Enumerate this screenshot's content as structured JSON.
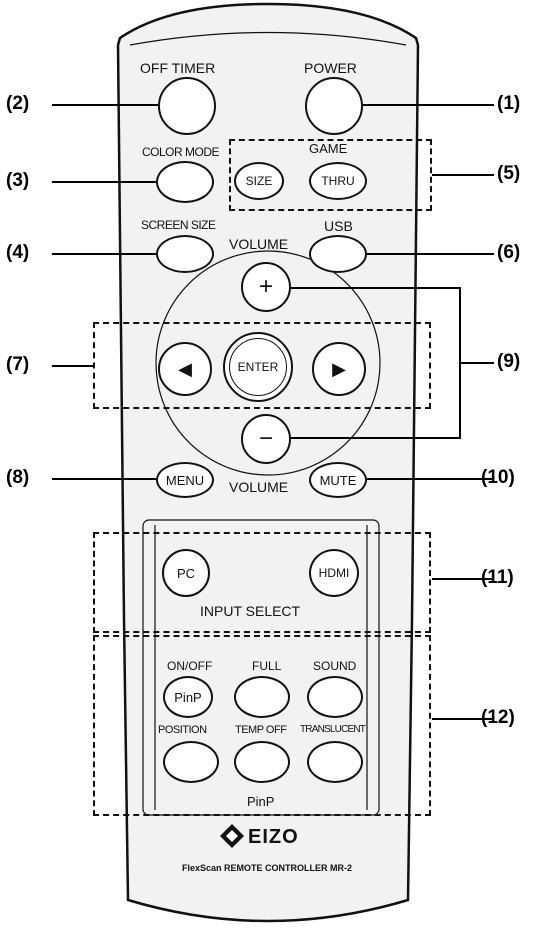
{
  "remote": {
    "off_timer": "OFF TIMER",
    "power": "POWER",
    "game": "GAME",
    "color_mode": "COLOR MODE",
    "size": "SIZE",
    "thru": "THRU",
    "screen_size": "SCREEN SIZE",
    "usb": "USB",
    "volume_top": "VOLUME",
    "volume_bottom": "VOLUME",
    "plus": "+",
    "minus": "−",
    "enter": "ENTER",
    "left_arrow": "◀",
    "right_arrow": "▶",
    "menu": "MENU",
    "mute": "MUTE",
    "pc": "PC",
    "hdmi": "HDMI",
    "input_select": "INPUT SELECT",
    "on_off": "ON/OFF",
    "full": "FULL",
    "sound": "SOUND",
    "pinp_button": "PinP",
    "position": "POSITION",
    "temp_off": "TEMP OFF",
    "translucent": "TRANSLUCENT",
    "pinp_group": "PinP",
    "brand": "EIZO",
    "model": "FlexScan REMOTE CONTROLLER MR-2"
  },
  "callouts": {
    "c1": "(1)",
    "c2": "(2)",
    "c3": "(3)",
    "c4": "(4)",
    "c5": "(5)",
    "c6": "(6)",
    "c7": "(7)",
    "c8": "(8)",
    "c9": "(9)",
    "c10": "(10)",
    "c11": "(11)",
    "c12": "(12)"
  }
}
